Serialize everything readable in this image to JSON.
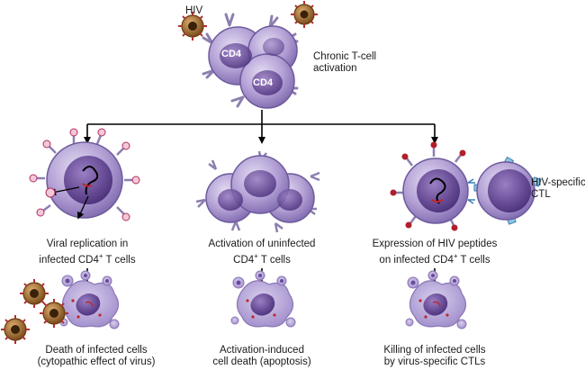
{
  "top": {
    "virus_label": "HIV",
    "cell_label": "CD4",
    "activation_line1": "Chronic T-cell",
    "activation_line2": "activation"
  },
  "columns": [
    {
      "caption_line1": "Viral replication in",
      "caption_line2_pre": "infected CD4",
      "caption_line2_sup": "+",
      "caption_line2_post": " T cells",
      "outcome_line1": "Death of infected cells",
      "outcome_line2": "(cytopathic effect of virus)"
    },
    {
      "caption_line1": "Activation of uninfected",
      "caption_line2_pre": "CD4",
      "caption_line2_sup": "+",
      "caption_line2_post": " T cells",
      "outcome_line1": "Activation-induced",
      "outcome_line2": "cell death (apoptosis)"
    },
    {
      "caption_line1": "Expression of HIV peptides",
      "caption_line2_pre": "on infected CD4",
      "caption_line2_sup": "+",
      "caption_line2_post": " T cells",
      "outcome_line1": "Killing of infected cells",
      "outcome_line2": "by virus-specific CTLs"
    }
  ],
  "ctl": {
    "line1": "HIV-specific",
    "line2": "CTL"
  },
  "colors": {
    "cell_fill": "#a995cc",
    "cell_dark": "#6d5a9c",
    "nucleus": "#5a3d8a",
    "virus_shell": "#8a5a2a",
    "virus_spike": "#b03030",
    "receptor": "#8c7fb0",
    "arrow": "#000000"
  }
}
